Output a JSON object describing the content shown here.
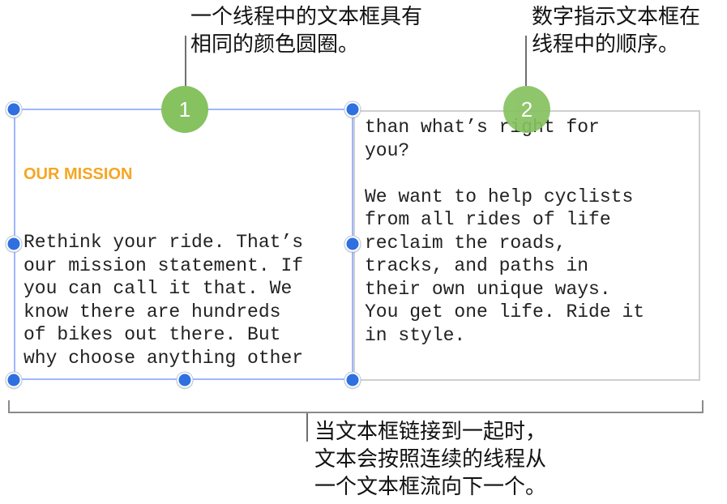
{
  "callouts": {
    "thread_color": "一个线程中的文本框具有\n相同的颜色圆圈。",
    "order_number": "数字指示文本框在\n线程中的顺序。",
    "flow": "当文本框链接到一起时，\n文本会按照连续的线程从\n一个文本框流向下一个。"
  },
  "frame1": {
    "heading": "OUR MISSION",
    "heading_color": "#f5a623",
    "body": "Rethink your ride. That’s\nour mission statement. If\nyou can call it that. We\nknow there are hundreds\nof bikes out there. But\nwhy choose anything other"
  },
  "frame2": {
    "body": "than what’s right for\nyou?\n\nWe want to help cyclists\nfrom all rides of life\nreclaim the roads,\ntracks, and paths in\ntheir own unique ways.\nYou get one life. Ride it\nin style."
  },
  "thread_badges": [
    {
      "number": "1"
    },
    {
      "number": "2"
    }
  ],
  "colors": {
    "thread_badge": "#86c260",
    "handle": "#2f6fe0",
    "selection_border": "#9fb6ff"
  }
}
